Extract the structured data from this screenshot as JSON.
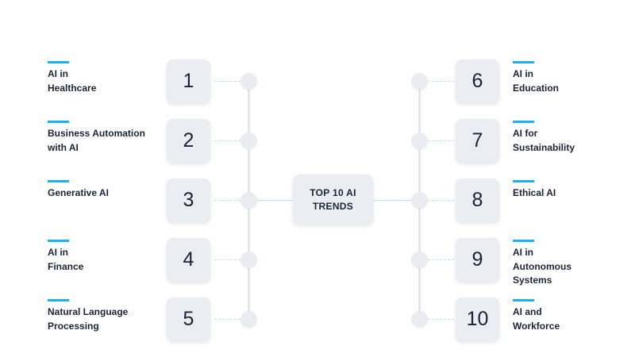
{
  "center": {
    "title": "TOP 10 AI\nTRENDS"
  },
  "left_items": [
    {
      "number": "1",
      "label": "AI in\nHealthcare"
    },
    {
      "number": "2",
      "label": "Business Automation\nwith AI"
    },
    {
      "number": "3",
      "label": "Generative AI"
    },
    {
      "number": "4",
      "label": "AI in\nFinance"
    },
    {
      "number": "5",
      "label": "Natural Language\nProcessing"
    }
  ],
  "right_items": [
    {
      "number": "6",
      "label": "AI in\nEducation"
    },
    {
      "number": "7",
      "label": "AI for\nSustainability"
    },
    {
      "number": "8",
      "label": "Ethical AI"
    },
    {
      "number": "9",
      "label": "AI in\nAutonomous\nSystems"
    },
    {
      "number": "10",
      "label": "AI and\nWorkforce"
    }
  ],
  "colors": {
    "accent": "#1ab0f5",
    "box": "#eaeef3",
    "text": "#1b2436"
  }
}
